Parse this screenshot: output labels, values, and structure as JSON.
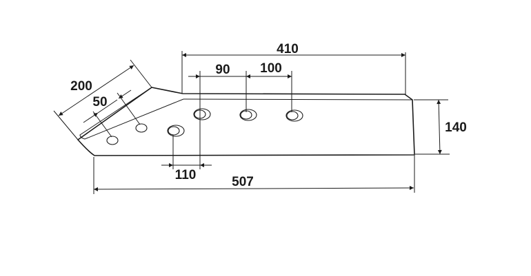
{
  "drawing": {
    "title": "Plough blade dimension drawing",
    "dimensions": {
      "top_length": "410",
      "hole_spacing_a": "90",
      "hole_spacing_b": "100",
      "bevel_length": "200",
      "bevel_hole_offset": "50",
      "lower_hole_spacing": "110",
      "overall_length": "507",
      "height": "140"
    },
    "line_color": "#1a1a1a"
  }
}
